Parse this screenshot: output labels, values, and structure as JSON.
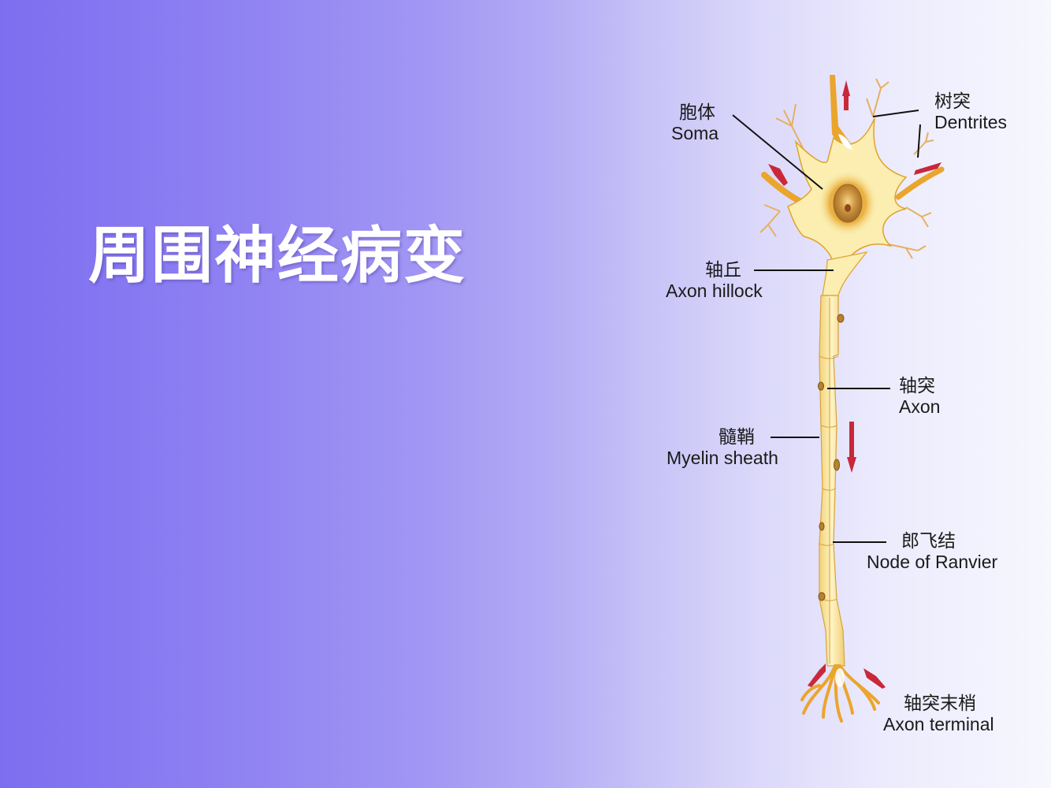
{
  "slide": {
    "title": "周围神经病变",
    "background_gradient": [
      "#7d6ef0",
      "#a196f4",
      "#dbd8fa",
      "#f7f7fe"
    ]
  },
  "diagram": {
    "subject": "Neuron structure",
    "colors": {
      "cell_body": "#fbeeb0",
      "outline": "#e0a22a",
      "nucleus_ring": "#e9a93a",
      "nucleus": "#b9853a",
      "arrows": "#c8283a",
      "leader_lines": "#111111"
    },
    "labels": [
      {
        "id": "soma",
        "cn": "胞体",
        "en": "Soma"
      },
      {
        "id": "dendrites",
        "cn": "树突",
        "en": "Dentrites"
      },
      {
        "id": "axon_hillock",
        "cn": "轴丘",
        "en": "Axon hillock"
      },
      {
        "id": "axon",
        "cn": "轴突",
        "en": "Axon"
      },
      {
        "id": "myelin_sheath",
        "cn": "髓鞘",
        "en": "Myelin sheath"
      },
      {
        "id": "node_of_ranvier",
        "cn": "郎飞结",
        "en": "Node of Ranvier"
      },
      {
        "id": "axon_terminal",
        "cn": "轴突末梢",
        "en": "Axon terminal"
      }
    ]
  }
}
